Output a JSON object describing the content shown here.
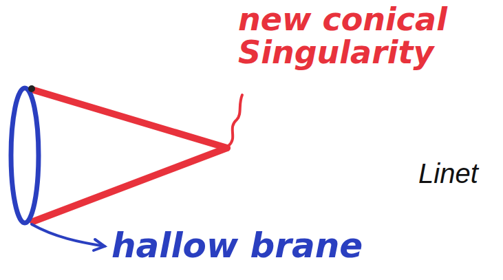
{
  "diagram": {
    "labels": [
      "new conical Singularity",
      "hallow brane",
      "Linet"
    ]
  }
}
